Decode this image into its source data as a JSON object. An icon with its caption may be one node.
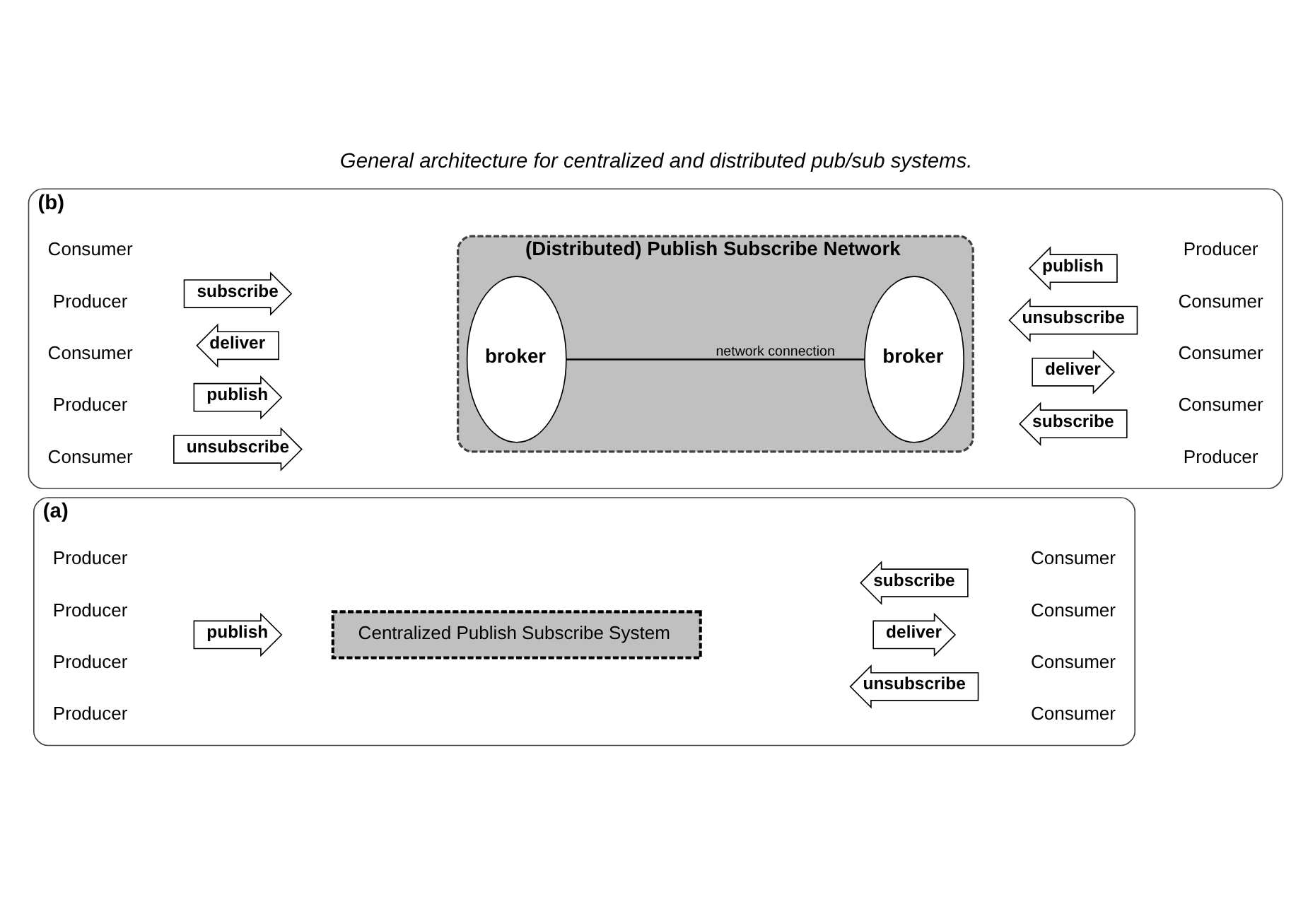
{
  "diagram": {
    "title": "General architecture for centralized and distributed pub/sub systems.",
    "nodes": [
      {
        "text": [
          "(a)"
        ]
      },
      {
        "text": [
          "publish"
        ],
        "in": 0
      },
      {
        "text": [
          "Centralized Publish Subscribe System"
        ],
        "in": 0
      },
      {
        "text": [
          "subscribe"
        ],
        "in": 0
      },
      {
        "text": [
          "unsubscribe"
        ],
        "in": 0
      },
      {
        "text": [
          "deliver"
        ],
        "in": 0
      },
      {
        "text": [
          "(b)"
        ]
      },
      {
        "text": [
          "(Distributed) Publish Subscribe Network"
        ],
        "in": 6
      },
      {
        "text": [
          "publish"
        ],
        "in": 6
      },
      {
        "text": [
          "broker"
        ],
        "in": 7
      },
      {
        "text": [
          "broker"
        ],
        "in": 7
      },
      {
        "text": [
          "publish"
        ],
        "in": 6
      },
      {
        "text": [
          "subscribe"
        ],
        "in": 6
      },
      {
        "text": [
          "unsubscribe"
        ],
        "in": 6
      },
      {
        "text": [
          "deliver"
        ],
        "in": 6
      },
      {
        "text": [
          "subscribe"
        ],
        "in": 6
      },
      {
        "text": [
          "unsubscribe"
        ],
        "in": 6
      },
      {
        "text": [
          "deliver"
        ],
        "in": 6
      }
    ],
    "edges": [
      {
        "from": 9,
        "to": 10,
        "arrow": "none",
        "label": "network connection"
      }
    ],
    "labels": [
      "Producer",
      "Producer",
      "Producer",
      "Producer",
      "Consumer",
      "Consumer",
      "Consumer",
      "Consumer",
      "Producer",
      "Producer",
      "Producer",
      "Producer",
      "Consumer",
      "Consumer",
      "Consumer",
      "Consumer",
      "Consumer",
      "Consumer"
    ]
  }
}
